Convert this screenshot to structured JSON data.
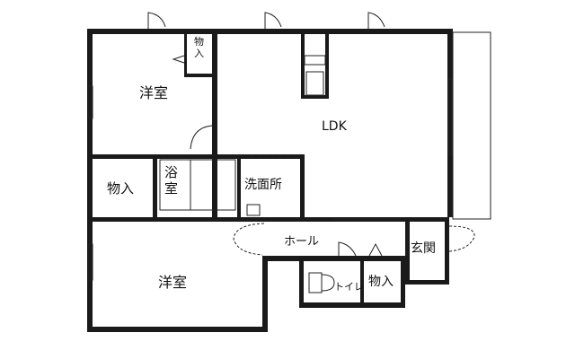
{
  "floor_plan": {
    "rooms": [
      {
        "id": "western-room-north",
        "label": "洋室"
      },
      {
        "id": "closet-north",
        "label": "物入"
      },
      {
        "id": "ldk",
        "label": "LDK"
      },
      {
        "id": "closet-west",
        "label": "物入"
      },
      {
        "id": "bathroom",
        "label": "浴室"
      },
      {
        "id": "washroom",
        "label": "洗面所"
      },
      {
        "id": "western-room-south",
        "label": "洋室"
      },
      {
        "id": "hall",
        "label": "ホール"
      },
      {
        "id": "toilet",
        "label": "トイレ"
      },
      {
        "id": "closet-entry",
        "label": "物入"
      },
      {
        "id": "entrance",
        "label": "玄関"
      }
    ],
    "colors": {
      "wall": "#1a1a1a",
      "background": "#ffffff",
      "line": "#222222"
    }
  }
}
